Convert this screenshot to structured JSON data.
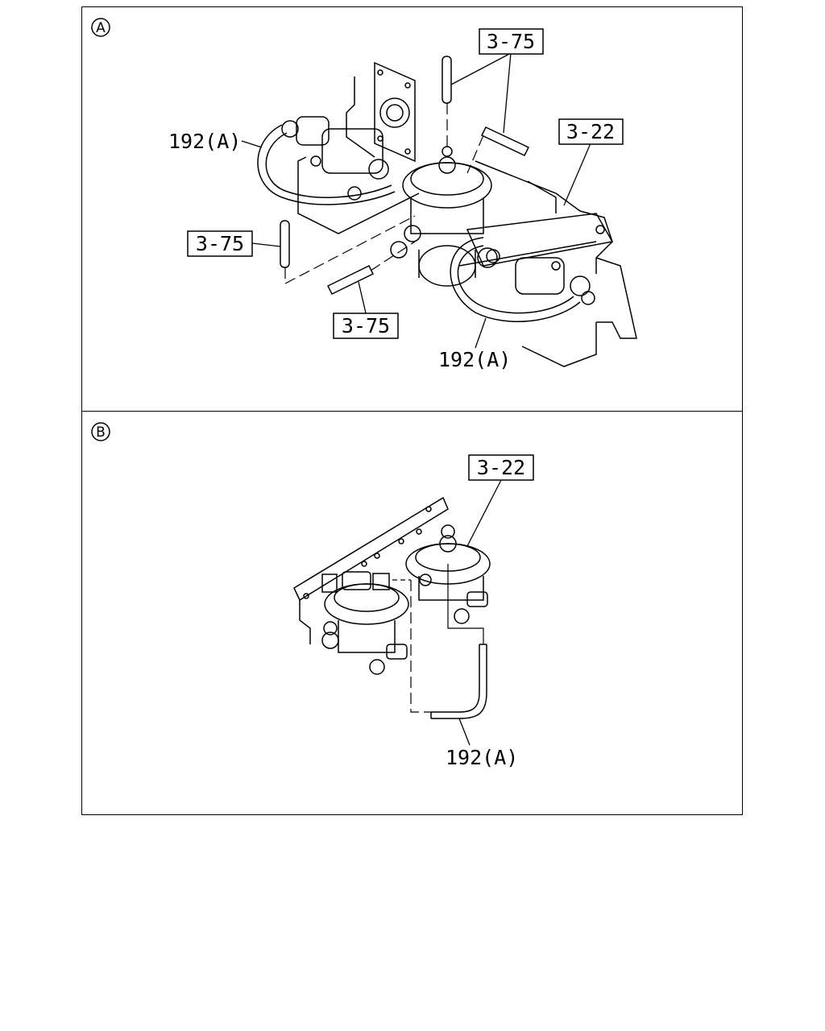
{
  "panel_a": {
    "marker": "A",
    "callouts": {
      "ref_3_75_top": "3-75",
      "ref_3_22": "3-22",
      "label_192a_left": "192(A)",
      "ref_3_75_left": "3-75",
      "ref_3_75_bottom": "3-75",
      "label_192a_bottom": "192(A)"
    }
  },
  "panel_b": {
    "marker": "B",
    "callouts": {
      "ref_3_22": "3-22",
      "label_192a": "192(A)"
    }
  }
}
